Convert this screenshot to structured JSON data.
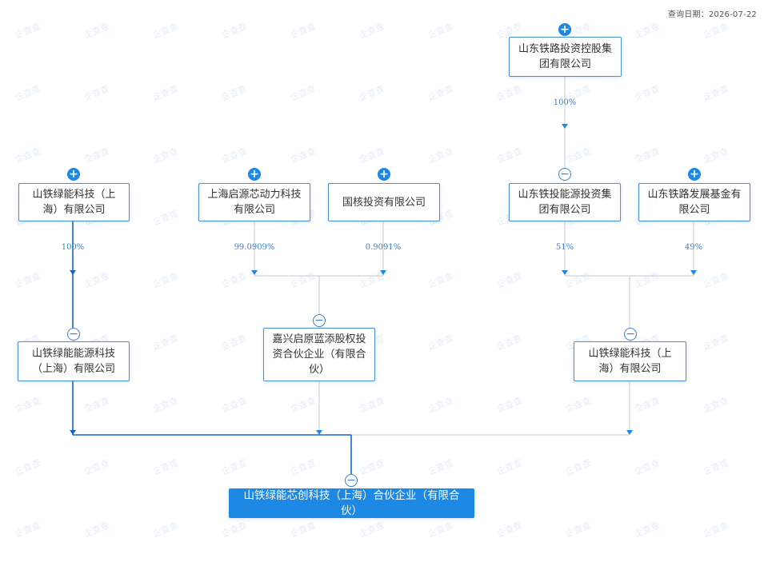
{
  "query_date": "查询日期：2026-07-22",
  "colors": {
    "line": "#c8c8c8",
    "highlight_line": "#1565c0",
    "node_border": "#4a90d9",
    "target_fill": "#1e88e5",
    "accent": "#1e88e5"
  },
  "nodes": {
    "shandong_railway_holding": "山东铁路投资控股集团有限公司",
    "sg_energy_shanghai_top": "山铁绿能科技（上海）有限公司",
    "shanghai_qiyuan_power": "上海启源芯动力科技有限公司",
    "guohe_investment": "国核投资有限公司",
    "shandong_railway_energy": "山东铁投能源投资集团有限公司",
    "shandong_railway_fund": "山东铁路发展基金有限公司",
    "sg_energy_source_shanghai": "山铁绿能能源科技（上海）有限公司",
    "jiaxing_qiyuan": "嘉兴启原蓝添股权投资合伙企业（有限合伙）",
    "sg_energy_shanghai_mid": "山铁绿能科技（上海）有限公司",
    "target": "山铁绿能芯创科技（上海）合伙企业（有限合伙）"
  },
  "percentages": {
    "holding_to_energy": "100%",
    "sg_top_to_source": "100%",
    "qiyuan_to_jiaxing": "99.0909%",
    "guohe_to_jiaxing": "0.9091%",
    "energy_to_sg_mid": "51%",
    "fund_to_sg_mid": "49%"
  },
  "buttons": {
    "expand": "+",
    "collapse": "−"
  },
  "watermark": "企查查"
}
